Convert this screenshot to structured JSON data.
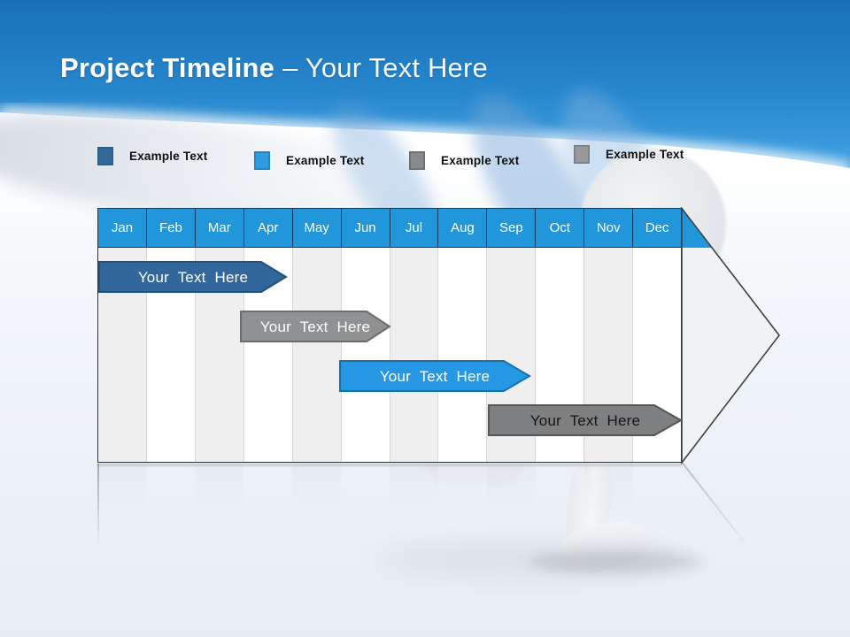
{
  "title": {
    "bold": "Project Timeline",
    "regular": "– Your Text Here"
  },
  "legend": {
    "items": [
      {
        "label": "Example Text",
        "color": "#33689b",
        "border": "#27567f"
      },
      {
        "label": "Example Text",
        "color": "#2d9ce2",
        "border": "#1c77b3"
      },
      {
        "label": "Example Text",
        "color": "#87898b",
        "border": "#636567"
      },
      {
        "label": "Example Text",
        "color": "#97999b",
        "border": "#747678"
      }
    ]
  },
  "timeline": {
    "months": [
      "Jan",
      "Feb",
      "Mar",
      "Apr",
      "May",
      "Jun",
      "Jul",
      "Aug",
      "Sep",
      "Oct",
      "Nov",
      "Dec"
    ],
    "header_color": "#2196db",
    "bars": [
      {
        "label": "Your Text Here",
        "span": "Jan – late Apr",
        "fill": "#31679b",
        "stroke": "#23517e",
        "text_color": "#ffffff"
      },
      {
        "label": "Your Text Here",
        "span": "Apr – mid Jun",
        "fill": "#8f9193",
        "stroke": "#6b6d6f",
        "text_color": "#ffffff"
      },
      {
        "label": "Your Text Here",
        "span": "Jun – mid Sep",
        "fill": "#2697e2",
        "stroke": "#1571ae",
        "text_color": "#ffffff"
      },
      {
        "label": "Your Text Here",
        "span": "Sep – Dec",
        "fill": "#7e7f81",
        "stroke": "#545557",
        "text_color": "#161616"
      }
    ]
  }
}
